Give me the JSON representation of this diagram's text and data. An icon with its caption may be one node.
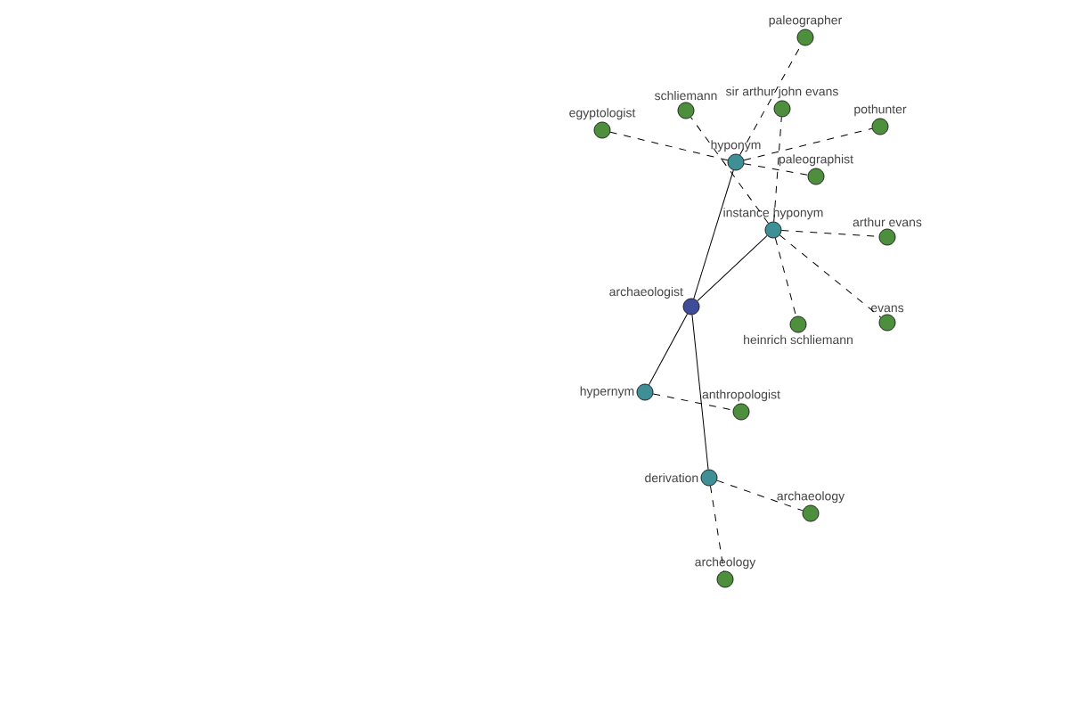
{
  "diagram": {
    "nodes": [
      {
        "text": [
          "archaeologist"
        ]
      },
      {
        "text": [
          "hyponym"
        ]
      },
      {
        "text": [
          "instance hyponym"
        ]
      },
      {
        "text": [
          "hypernym"
        ]
      },
      {
        "text": [
          "derivation"
        ]
      },
      {
        "text": [
          "egyptologist"
        ]
      },
      {
        "text": [
          "schliemann"
        ]
      },
      {
        "text": [
          "paleographer"
        ]
      },
      {
        "text": [
          "sir arthur john evans"
        ]
      },
      {
        "text": [
          "pothunter"
        ]
      },
      {
        "text": [
          "paleographist"
        ]
      },
      {
        "text": [
          "arthur evans"
        ]
      },
      {
        "text": [
          "heinrich schliemann"
        ]
      },
      {
        "text": [
          "evans"
        ]
      },
      {
        "text": [
          "anthropologist"
        ]
      },
      {
        "text": [
          "archaeology"
        ]
      },
      {
        "text": [
          "archeology"
        ]
      }
    ],
    "edges": [
      {
        "from": 0,
        "to": 1,
        "arrow": "none"
      },
      {
        "from": 0,
        "to": 2,
        "arrow": "none"
      },
      {
        "from": 0,
        "to": 3,
        "arrow": "none"
      },
      {
        "from": 0,
        "to": 4,
        "arrow": "none"
      },
      {
        "from": 1,
        "to": 5,
        "arrow": "none",
        "style": "dashed"
      },
      {
        "from": 1,
        "to": 7,
        "arrow": "none",
        "style": "dashed"
      },
      {
        "from": 1,
        "to": 9,
        "arrow": "none",
        "style": "dashed"
      },
      {
        "from": 1,
        "to": 10,
        "arrow": "none",
        "style": "dashed"
      },
      {
        "from": 2,
        "to": 6,
        "arrow": "none",
        "style": "dashed"
      },
      {
        "from": 2,
        "to": 8,
        "arrow": "none",
        "style": "dashed"
      },
      {
        "from": 2,
        "to": 11,
        "arrow": "none",
        "style": "dashed"
      },
      {
        "from": 2,
        "to": 12,
        "arrow": "none",
        "style": "dashed"
      },
      {
        "from": 2,
        "to": 13,
        "arrow": "none",
        "style": "dashed"
      },
      {
        "from": 3,
        "to": 14,
        "arrow": "none",
        "style": "dashed"
      },
      {
        "from": 4,
        "to": 15,
        "arrow": "none",
        "style": "dashed"
      },
      {
        "from": 4,
        "to": 16,
        "arrow": "none",
        "style": "dashed"
      }
    ]
  }
}
